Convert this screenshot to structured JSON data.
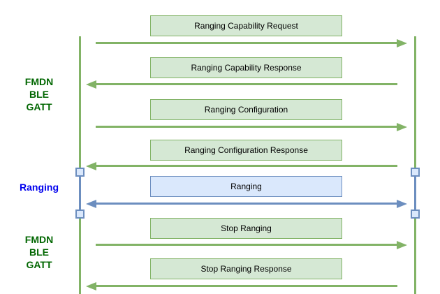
{
  "diagram": {
    "type": "sequence-diagram",
    "phases": [
      {
        "label_lines": [
          "FMDN",
          "BLE",
          "GATT"
        ],
        "color": "#006600"
      },
      {
        "label_lines": [
          "Ranging"
        ],
        "color": "#0000ee"
      },
      {
        "label_lines": [
          "FMDN",
          "BLE",
          "GATT"
        ],
        "color": "#006600"
      }
    ],
    "messages": [
      {
        "label": "Ranging Capability Request",
        "direction": "right",
        "theme": "green"
      },
      {
        "label": "Ranging Capability Response",
        "direction": "left",
        "theme": "green"
      },
      {
        "label": "Ranging Configuration",
        "direction": "right",
        "theme": "green"
      },
      {
        "label": "Ranging Configuration Response",
        "direction": "left",
        "theme": "green"
      },
      {
        "label": "Ranging",
        "direction": "both",
        "theme": "blue"
      },
      {
        "label": "Stop Ranging",
        "direction": "right",
        "theme": "green"
      },
      {
        "label": "Stop Ranging Response",
        "direction": "left",
        "theme": "green"
      }
    ],
    "colors": {
      "green_fill": "#d5e8d4",
      "green_stroke": "#82b366",
      "blue_fill": "#dae8fc",
      "blue_stroke": "#6c8ebf",
      "green_label_text": "#006600",
      "blue_label_text": "#0000ee",
      "message_text": "#000000",
      "background": "#ffffff"
    }
  }
}
